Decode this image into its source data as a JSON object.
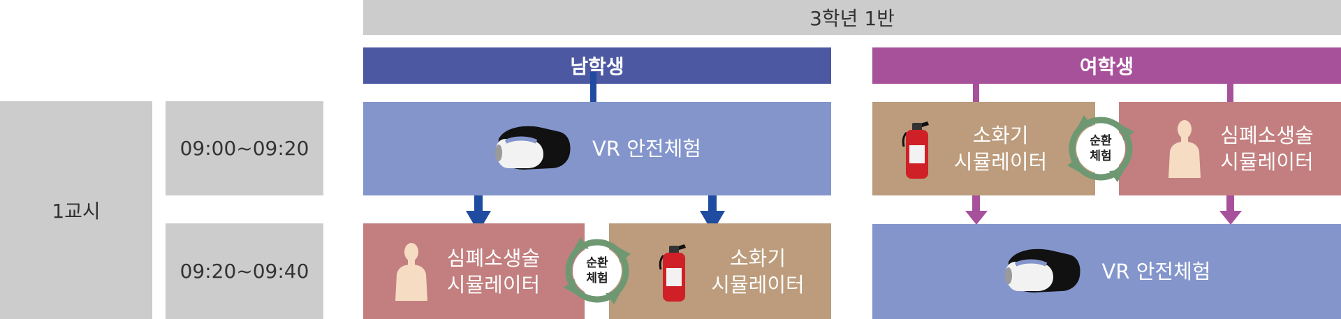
{
  "class_header": "3학년 1반",
  "period": "1교시",
  "times": [
    "09:00~09:20",
    "09:20~09:40"
  ],
  "groups": {
    "male": "남학생",
    "female": "여학생"
  },
  "activities": {
    "vr": "VR 안전체험",
    "cpr": [
      "심폐소생술",
      "시뮬레이터"
    ],
    "extinguisher": [
      "소화기",
      "시뮬레이터"
    ]
  },
  "rotation": [
    "순환",
    "체험"
  ],
  "colors": {
    "header_grey": "#cccccc",
    "male_header": "#4c58a1",
    "female_header": "#a8519b",
    "vr_box": "#8395cb",
    "cpr_box": "#c37f7f",
    "extinguisher_box": "#bc9c7c",
    "male_arrow": "#1f4ba0",
    "female_arrow": "#a8519b",
    "cycle_green": "#6e9872"
  }
}
